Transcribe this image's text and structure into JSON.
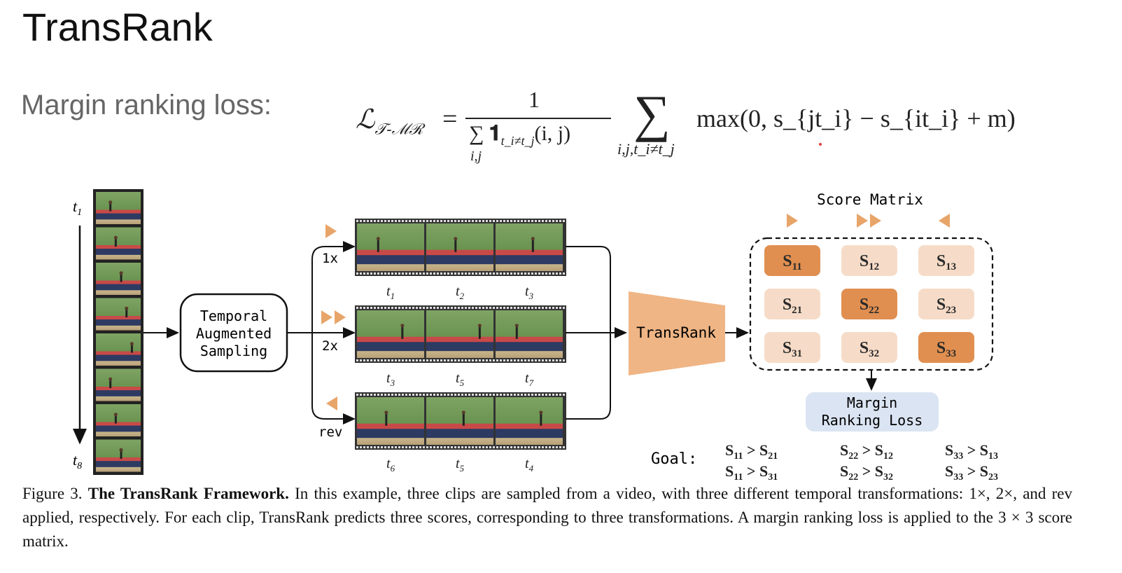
{
  "slide": {
    "title": "TransRank",
    "subtitle": "Margin ranking loss:"
  },
  "formula": {
    "lhs": "ℒ",
    "lhs_sub": "𝒯-ℳℛ",
    "equals": "=",
    "numerator": "1",
    "denominator_sum": "∑",
    "denominator_indicator": "𝟏",
    "denominator_indicator_sub": "t_i≠t_j",
    "denominator_args": "(i, j)",
    "denominator_below": "i,j",
    "sum_symbol": "∑",
    "sum_sub": "i,j,t_i≠t_j",
    "rhs": "max(0, s_{jt_i} − s_{it_i} + m)"
  },
  "diagram": {
    "frame_labels_left": [
      "t1",
      "t8"
    ],
    "sampler_label": [
      "Temporal",
      "Augmented",
      "Sampling"
    ],
    "branches": [
      {
        "label": "1x",
        "icon": "play-arrow-icon",
        "times": [
          "t1",
          "t2",
          "t3"
        ]
      },
      {
        "label": "2x",
        "icon": "fast-forward-icon",
        "times": [
          "t3",
          "t5",
          "t7"
        ]
      },
      {
        "label": "rev",
        "icon": "reverse-arrow-icon",
        "times": [
          "t6",
          "t5",
          "t4"
        ]
      }
    ],
    "model_label": "TransRank",
    "score_matrix_title": "Score Matrix",
    "score_matrix_icons": [
      "play-arrow-icon",
      "fast-forward-icon",
      "reverse-arrow-icon"
    ],
    "matrix": [
      [
        "S11",
        "S12",
        "S13"
      ],
      [
        "S21",
        "S22",
        "S23"
      ],
      [
        "S31",
        "S32",
        "S33"
      ]
    ],
    "loss_label": [
      "Margin",
      "Ranking Loss"
    ],
    "goal_label": "Goal:",
    "goals": [
      [
        "S11 > S21",
        "S22 > S12",
        "S33 > S13"
      ],
      [
        "S11 > S31",
        "S22 > S32",
        "S33 > S23"
      ]
    ],
    "colors": {
      "accent": "#e8a56a",
      "diag_cell": "#e08f50",
      "off_cell": "#f6dcc8",
      "loss_box": "#dbe4f2",
      "track_red": "#c94a4a",
      "field_green": "#6f9a54"
    }
  },
  "caption": {
    "prefix": "Figure 3.",
    "bold": "The TransRank Framework.",
    "text": "In this example, three clips are sampled from a video, with three different temporal transformations: 1×, 2×, and rev applied, respectively. For each clip, TransRank predicts three scores, corresponding to three transformations. A margin ranking loss is applied to the 3 × 3 score matrix."
  }
}
